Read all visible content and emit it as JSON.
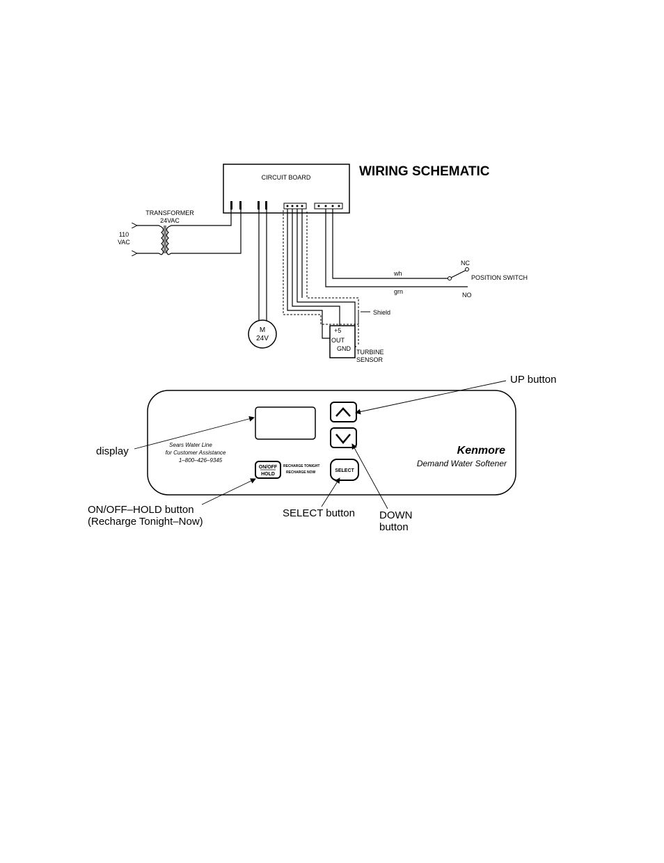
{
  "schematic": {
    "title": "WIRING SCHEMATIC",
    "circuit_board": "CIRCUIT BOARD",
    "transformer": "TRANSFORMER",
    "transformer_voltage": "24VAC",
    "input_voltage_num": "110",
    "input_voltage_unit": "VAC",
    "motor_letter": "M",
    "motor_voltage": "24V",
    "nc": "NC",
    "no": "NO",
    "position_switch": "POSITION SWITCH",
    "wire_white": "wh",
    "wire_green": "grn",
    "shield": "Shield",
    "sensor_plus5": "+5",
    "sensor_out": "OUT",
    "sensor_gnd": "GND",
    "turbine": "TURBINE",
    "sensor": "SENSOR"
  },
  "panel": {
    "up_button_label": "UP button",
    "down_button_label_1": "DOWN",
    "down_button_label_2": "button",
    "select_button_label": "SELECT button",
    "display_label": "display",
    "onoff_label_1": "ON/OFF–HOLD button",
    "onoff_label_2": "(Recharge Tonight–Now)",
    "sears_line_1": "Sears Water Line",
    "sears_line_2": "for Customer Assistance",
    "sears_line_3": "1–800–426–9345",
    "onoff_btn_top": "ON/OFF",
    "onoff_btn_bottom": "HOLD",
    "recharge_tonight": "RECHARGE TONIGHT",
    "recharge_now": "RECHARGE NOW",
    "select_btn": "SELECT",
    "brand": "Kenmore",
    "product": "Demand Water Softener"
  },
  "icons": {
    "up": "chevron-up-icon",
    "down": "chevron-down-icon"
  }
}
